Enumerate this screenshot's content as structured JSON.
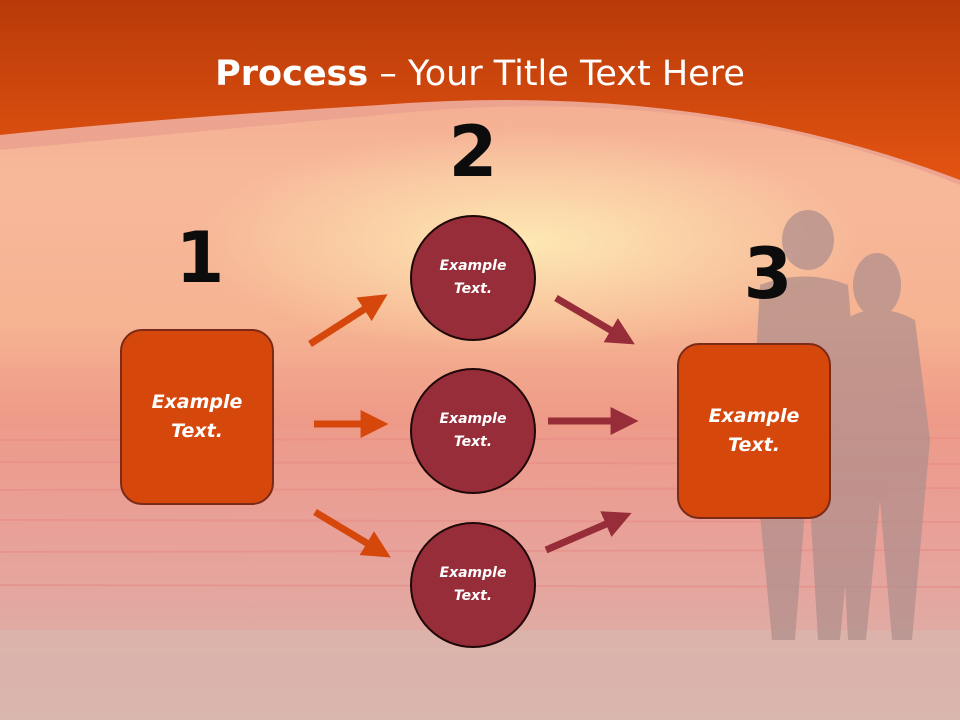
{
  "slide": {
    "title_bold": "Process",
    "title_rest": " – Your Title Text Here",
    "steps": [
      {
        "number": "1",
        "text": "Example\nText."
      },
      {
        "number": "2",
        "text": "Example\nText."
      },
      {
        "number": "3",
        "text": "Example\nText."
      }
    ],
    "middle_nodes": [
      {
        "text": "Example\nText."
      },
      {
        "text": "Example\nText."
      },
      {
        "text": "Example\nText."
      }
    ]
  },
  "colors": {
    "header": "#d9480f",
    "box_fill": "#d5470b",
    "circle_fill": "#962d38",
    "arrow_orange": "#d5470b",
    "arrow_maroon": "#962d38"
  }
}
